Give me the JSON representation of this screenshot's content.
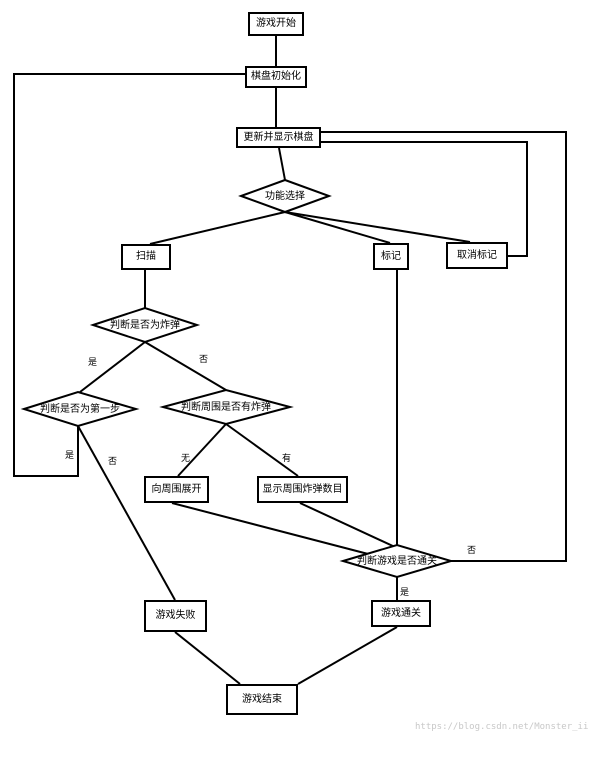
{
  "nodes": {
    "start": "游戏开始",
    "init_board": "棋盘初始化",
    "update_board": "更新并显示棋盘",
    "func_select": "功能选择",
    "scan": "扫描",
    "mark": "标记",
    "unmark": "取消标记",
    "is_bomb": "判断是否为炸弹",
    "is_first_step": "判断是否为第一步",
    "has_bomb_around": "判断周围是否有炸弹",
    "expand_around": "向周围展开",
    "show_bomb_count": "显示周围炸弹数目",
    "is_clear": "判断游戏是否通关",
    "game_fail": "游戏失败",
    "game_clear": "游戏通关",
    "game_end": "游戏结束"
  },
  "edge_labels": {
    "bomb_yes": "是",
    "bomb_no": "否",
    "first_yes": "是",
    "first_no": "否",
    "around_none": "无",
    "around_has": "有",
    "clear_yes": "是",
    "clear_no": "否"
  },
  "watermark": "https://blog.csdn.net/Monster_ii"
}
